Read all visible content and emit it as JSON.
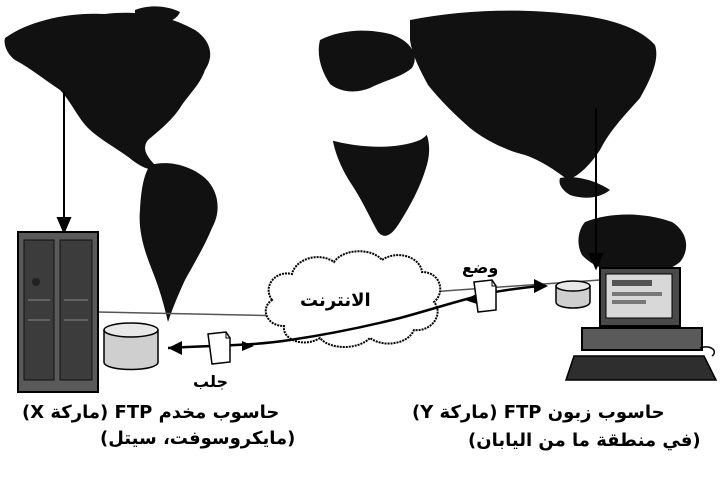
{
  "labels": {
    "internet": "الانترنت",
    "put": "وضع",
    "get": "جلب",
    "server_caption_line1": "حاسوب مخدم FTP (ماركة X)",
    "server_caption_line2": "(مايكروسوفت، سيتل)",
    "client_caption_line1": "حاسوب زبون FTP (ماركة Y)",
    "client_caption_line2": "(في منطقة ما من اليابان)"
  },
  "colors": {
    "ink": "#000000",
    "paper": "#ffffff",
    "map_gray": "#b4b4b4",
    "computer_gray": "#5a5a5a"
  }
}
